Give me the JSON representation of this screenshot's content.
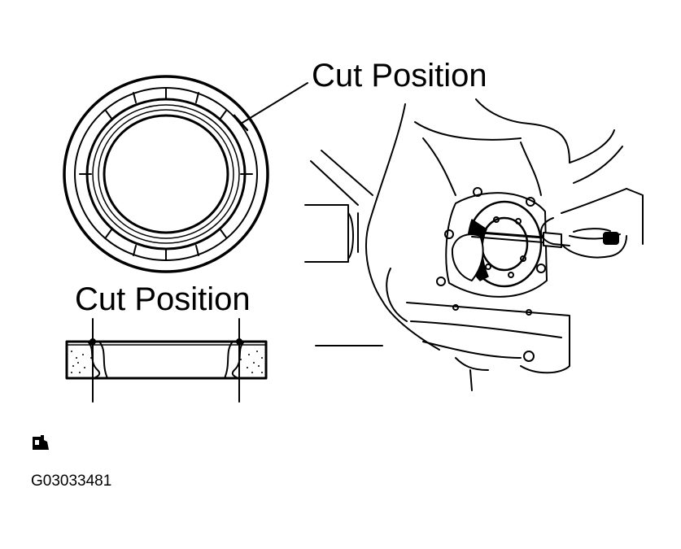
{
  "labels": {
    "cut_position_top": "Cut Position",
    "cut_position_section": "Cut Position"
  },
  "figure_code": "G03033481",
  "icons": {
    "corner_icon": "seal-tool-icon"
  },
  "colors": {
    "ink": "#000000",
    "background": "#ffffff"
  }
}
